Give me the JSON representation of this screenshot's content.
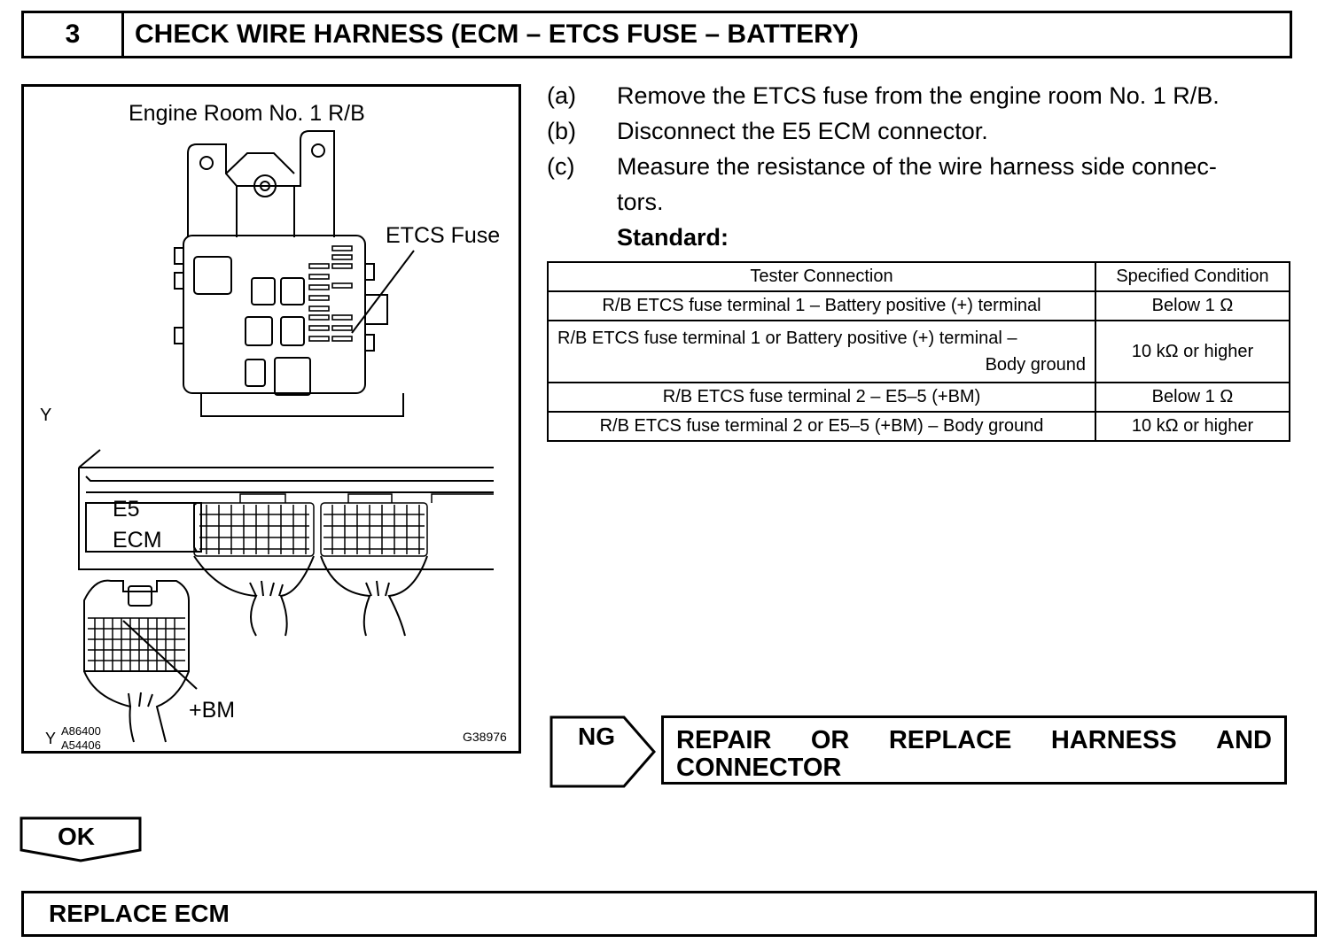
{
  "header": {
    "step_number": "3",
    "title": "CHECK WIRE HARNESS (ECM – ETCS FUSE – BATTERY)"
  },
  "figure": {
    "label_rb": "Engine Room No. 1 R/B",
    "label_fuse": "ETCS Fuse",
    "label_y_mid": "Y",
    "label_e5": "E5",
    "label_ecm": "ECM",
    "label_bm": "+BM",
    "label_y_bottom": "Y",
    "code_1": "A86400",
    "code_2": "A54406",
    "code_3": "G38976"
  },
  "steps": [
    {
      "label": "(a)",
      "text": "Remove the ETCS fuse from the engine room No. 1 R/B."
    },
    {
      "label": "(b)",
      "text": "Disconnect the E5 ECM connector."
    },
    {
      "label": "(c)",
      "text_1": "Measure the resistance of the wire harness side connec-",
      "text_2": "tors."
    }
  ],
  "standard_label": "Standard:",
  "table": {
    "headers": [
      "Tester Connection",
      "Specified Condition"
    ],
    "rows": [
      {
        "connection": "R/B ETCS fuse terminal 1 – Battery positive (+) terminal",
        "condition": "Below 1 Ω"
      },
      {
        "connection_1": "R/B ETCS fuse terminal 1 or Battery positive (+) terminal –",
        "connection_2": "Body ground",
        "condition": "10 kΩ or higher"
      },
      {
        "connection": "R/B ETCS fuse terminal 2 – E5–5 (+BM)",
        "condition": "Below 1 Ω"
      },
      {
        "connection": "R/B ETCS fuse terminal 2 or E5–5 (+BM) – Body ground",
        "condition": "10 kΩ or higher"
      }
    ]
  },
  "ng": {
    "label": "NG",
    "words_line1": [
      "REPAIR",
      "OR",
      "REPLACE",
      "HARNESS",
      "AND"
    ],
    "line2": "CONNECTOR"
  },
  "ok": {
    "label": "OK"
  },
  "final": {
    "text": "REPLACE ECM"
  }
}
